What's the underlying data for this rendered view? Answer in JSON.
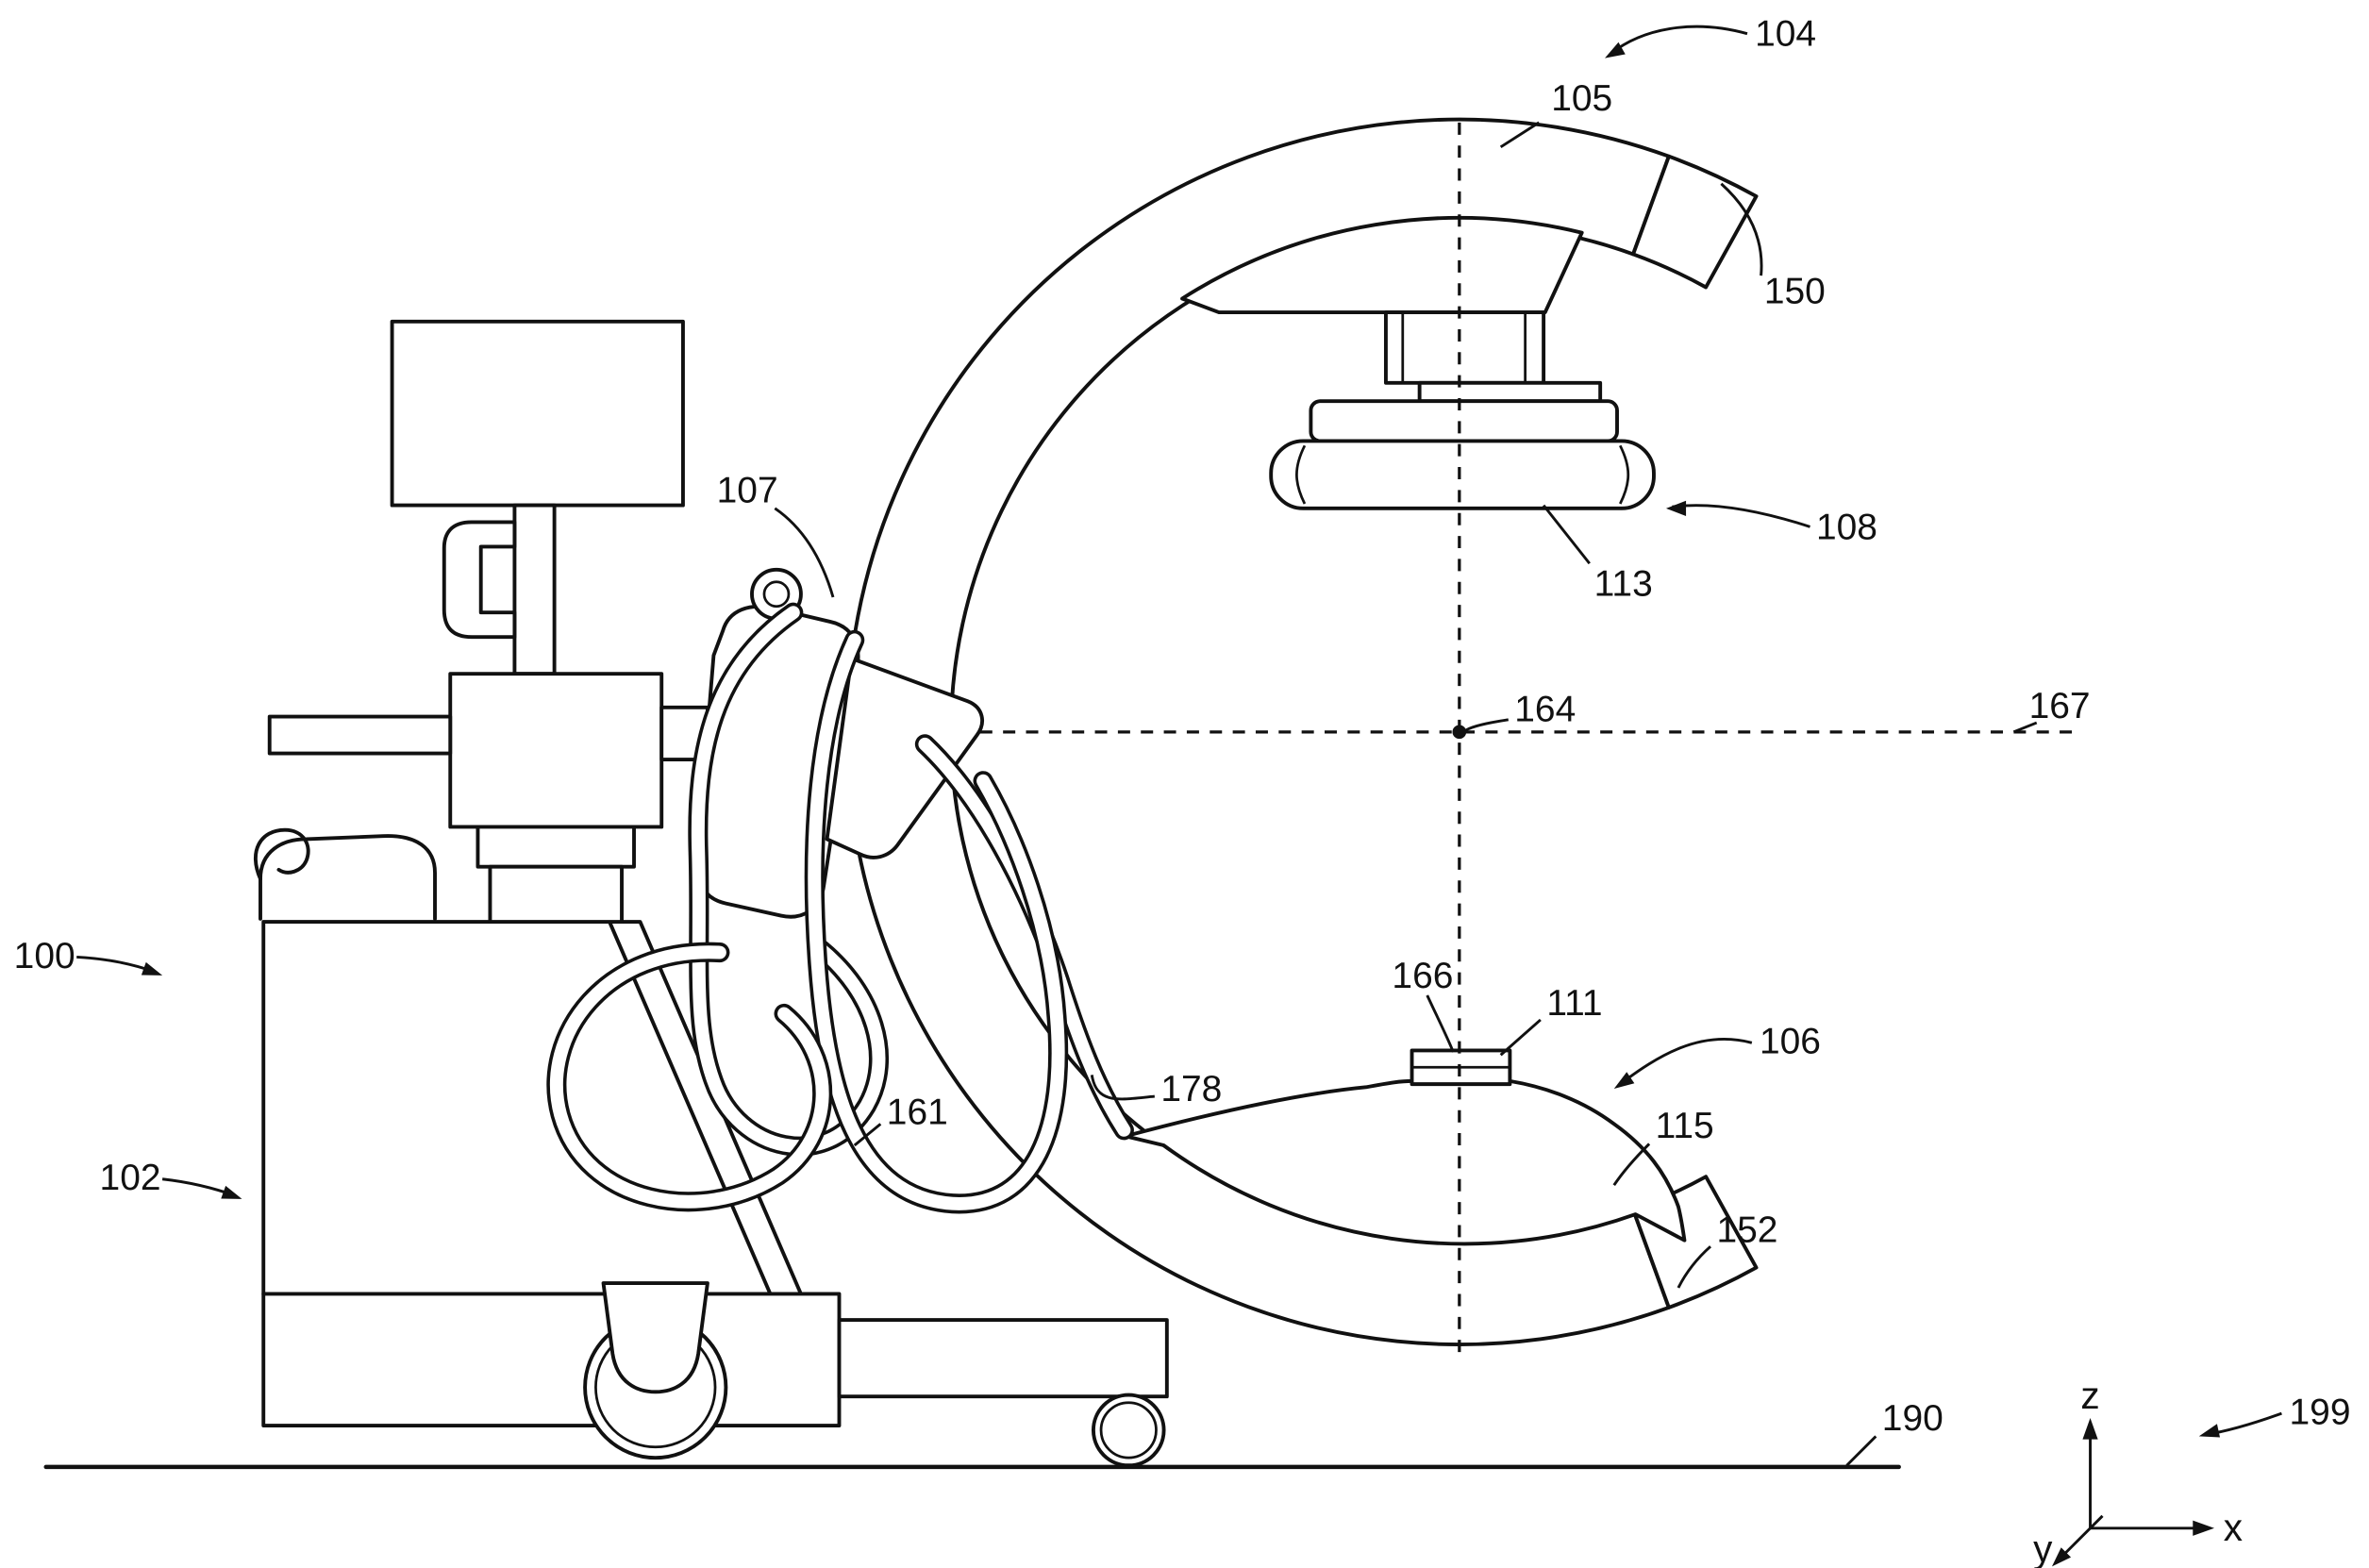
{
  "figure": {
    "description": "Patent-style black-and-white line drawing of a mobile C-arm X-ray imaging system with cart, monitor, C-shaped gantry, upper detector, lower X-ray source, cables, dashed iso-center crosshair lines, ground line and coordinate axis triad",
    "background_color": "#ffffff",
    "line_color": "#111111"
  },
  "reference_labels": {
    "100": "100",
    "102": "102",
    "104": "104",
    "105": "105",
    "106": "106",
    "107": "107",
    "108": "108",
    "111": "111",
    "113": "113",
    "115": "115",
    "150": "150",
    "152": "152",
    "161": "161",
    "164": "164",
    "166": "166",
    "167": "167",
    "178": "178",
    "190": "190",
    "199": "199"
  },
  "axis_triad": {
    "x": "x",
    "y": "y",
    "z": "z"
  }
}
